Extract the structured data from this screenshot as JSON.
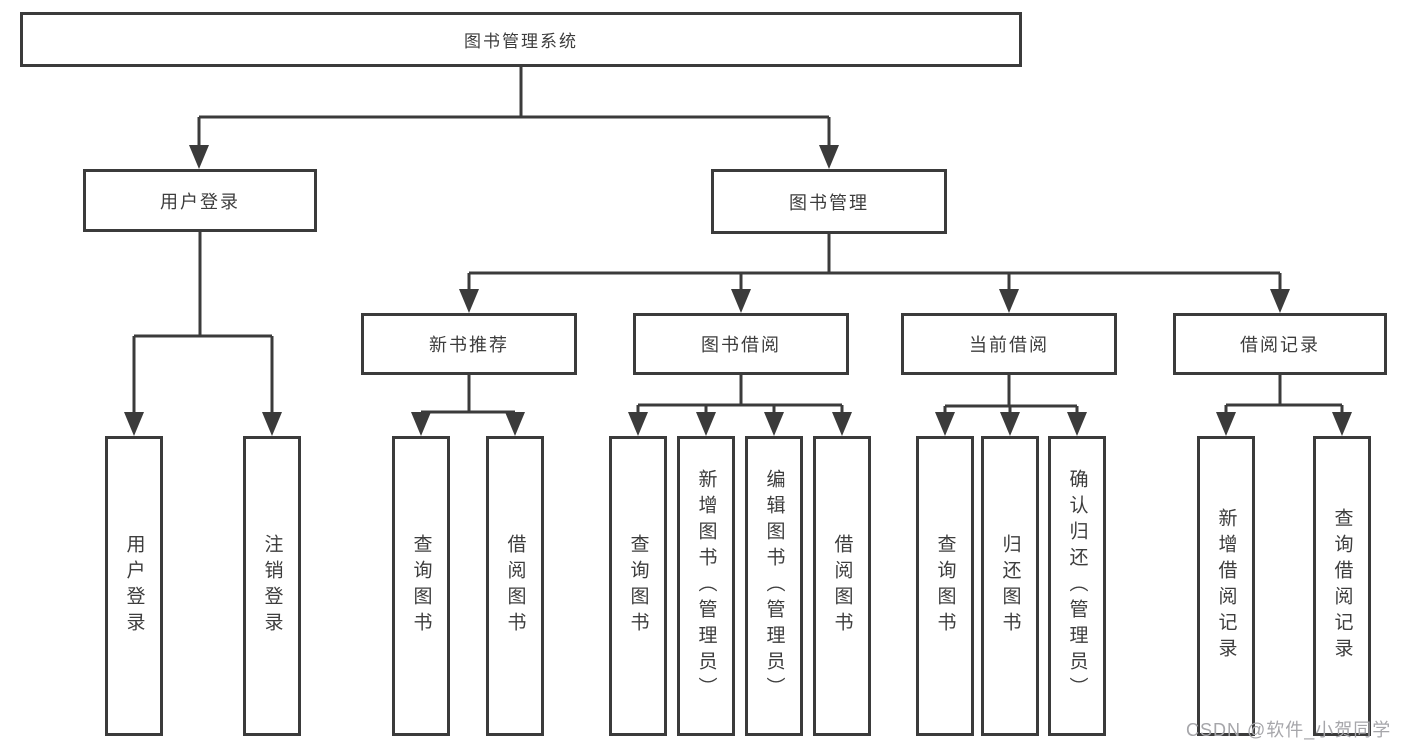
{
  "diagram": {
    "type": "tree",
    "root": {
      "label": "图书管理系统"
    },
    "level2": [
      {
        "id": "user-login",
        "label": "用户登录",
        "parent": "图书管理系统"
      },
      {
        "id": "book-management",
        "label": "图书管理",
        "parent": "图书管理系统"
      }
    ],
    "level3": [
      {
        "id": "new-book-recommendation",
        "label": "新书推荐",
        "parent": "图书管理"
      },
      {
        "id": "book-borrowing",
        "label": "图书借阅",
        "parent": "图书管理"
      },
      {
        "id": "current-borrowing",
        "label": "当前借阅",
        "parent": "图书管理"
      },
      {
        "id": "borrowing-records",
        "label": "借阅记录",
        "parent": "图书管理"
      }
    ],
    "level4": [
      {
        "id": "leaf-user-login",
        "label": "用户登录",
        "parent": "用户登录"
      },
      {
        "id": "leaf-logout",
        "label": "注销登录",
        "parent": "用户登录"
      },
      {
        "id": "query-books-recommendation",
        "label": "查询图书",
        "parent": "新书推荐"
      },
      {
        "id": "borrow-books-recommendation",
        "label": "借阅图书",
        "parent": "新书推荐"
      },
      {
        "id": "query-books-borrowing",
        "label": "查询图书",
        "parent": "图书借阅"
      },
      {
        "id": "add-books-admin",
        "label": "新增图书（管理员）",
        "parent": "图书借阅"
      },
      {
        "id": "edit-books-admin",
        "label": "编辑图书（管理员）",
        "parent": "图书借阅"
      },
      {
        "id": "borrow-books-borrowing",
        "label": "借阅图书",
        "parent": "图书借阅"
      },
      {
        "id": "query-books-current",
        "label": "查询图书",
        "parent": "当前借阅"
      },
      {
        "id": "return-books",
        "label": "归还图书",
        "parent": "当前借阅"
      },
      {
        "id": "confirm-return-admin",
        "label": "确认归还（管理员）",
        "parent": "当前借阅"
      },
      {
        "id": "add-borrow-record",
        "label": "新增借阅记录",
        "parent": "借阅记录"
      },
      {
        "id": "query-borrow-record",
        "label": "查询借阅记录",
        "parent": "借阅记录"
      }
    ],
    "colors": {
      "line": "#3b3b3b",
      "text": "#3d3d3d",
      "box_background": "#ffffff",
      "watermark_text": "#a6a6aa"
    },
    "watermark": "CSDN @软件_小贺同学"
  }
}
